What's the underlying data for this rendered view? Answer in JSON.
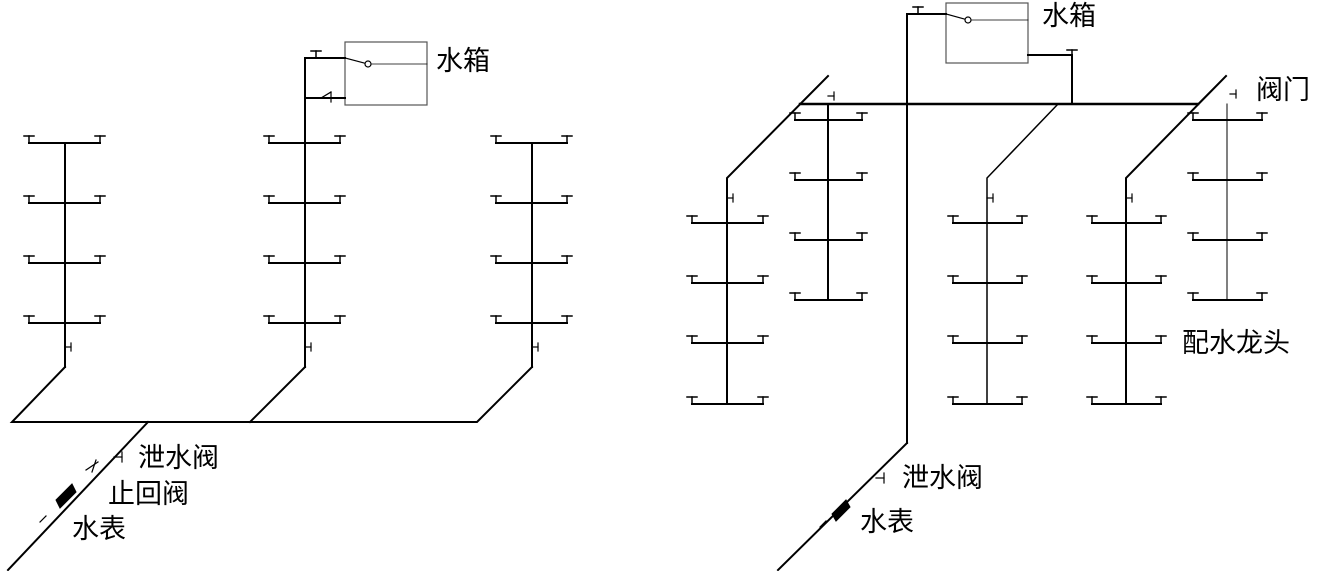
{
  "labels": {
    "left_tank": "水箱",
    "left_drain_valve": "泄水阀",
    "left_check_valve": "止回阀",
    "left_meter": "水表",
    "right_tank": "水箱",
    "right_valve": "阀门",
    "right_faucet": "配水龙头",
    "right_drain_valve": "泄水阀",
    "right_meter": "水表"
  },
  "colors": {
    "line": "#000000",
    "tank_stroke": "#555555",
    "background": "#ffffff"
  }
}
